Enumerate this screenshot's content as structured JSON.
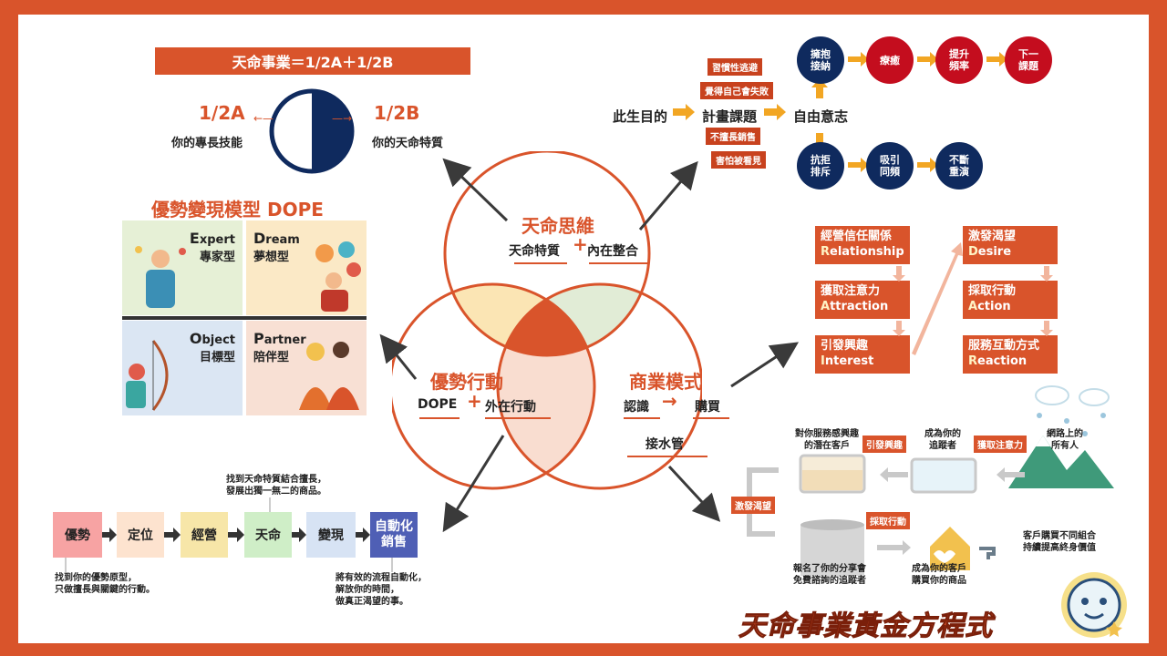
{
  "formula": {
    "title": "天命事業＝1/2A＋1/2B",
    "a_label": "1/2A",
    "a_desc": "你的專長技能",
    "b_label": "1/2B",
    "b_desc": "你的天命特質"
  },
  "venn": {
    "top": {
      "title": "天命思維",
      "left": "天命特質",
      "plus": "+",
      "right": "內在整合"
    },
    "left": {
      "title": "優勢行動",
      "left": "DOPE",
      "plus": "+",
      "right": "外在行動"
    },
    "right": {
      "title": "商業模式",
      "left": "認識",
      "arrow": "→",
      "right": "購買",
      "bottom": "接水管"
    }
  },
  "dope": {
    "title": "優勢變現模型 DOPE",
    "quadrants": [
      {
        "cap": "E",
        "rest": "xpert",
        "zh": "專家型"
      },
      {
        "cap": "D",
        "rest": "ream",
        "zh": "夢想型"
      },
      {
        "cap": "O",
        "rest": "bject",
        "zh": "目標型"
      },
      {
        "cap": "P",
        "rest": "artner",
        "zh": "陪伴型"
      }
    ]
  },
  "purpose": {
    "life": "此生目的",
    "plan": "計畫課題",
    "free": "自由意志",
    "tags": [
      "習慣性逃避",
      "覺得自己會失敗",
      "不擅長銷售",
      "害怕被看見"
    ],
    "top_row": [
      "擁抱\n接納",
      "療癒",
      "提升\n頻率",
      "下一\n課題"
    ],
    "bottom_row": [
      "抗拒\n排斥",
      "吸引\n同頻",
      "不斷\n重演"
    ]
  },
  "aida": {
    "left": [
      {
        "zh": "經營信任關係",
        "cap": "R",
        "rest": "elationship"
      },
      {
        "zh": "獲取注意力",
        "cap": "A",
        "rest": "ttraction"
      },
      {
        "zh": "引發興趣",
        "cap": "I",
        "rest": "nterest"
      }
    ],
    "right": [
      {
        "zh": "激發渴望",
        "cap": "D",
        "rest": "esire"
      },
      {
        "zh": "採取行動",
        "cap": "A",
        "rest": "ction"
      },
      {
        "zh": "服務互動方式",
        "cap": "R",
        "rest": "eaction"
      }
    ]
  },
  "funnel": {
    "all_people": "網路上的\n所有人",
    "attract": "獲取注意力",
    "trackers": "成為你的\n追蹤者",
    "interest": "引發興趣",
    "potential": "對你服務感興趣\n的潛在客戶",
    "desire": "激發渴望",
    "signed": "報名了你的分享會\n免費諮詢的追蹤者",
    "action": "採取行動",
    "customer": "成為你的客戶\n購買你的商品",
    "repeat": "客戶購買不同組合\n持續提高終身價值"
  },
  "steps": {
    "items": [
      "優勢",
      "定位",
      "經營",
      "天命",
      "變現",
      "自動化\n銷售"
    ],
    "note_top": "找到天命特質結合擅長，\n發展出獨一無二的商品。",
    "note_left": "找到你的優勢原型，\n只做擅長與關鍵的行動。",
    "note_bottom": "將有效的流程自動化，\n解放你的時間，\n做真正渴望的事。"
  },
  "footer": {
    "title": "天命事業黃金方程式"
  },
  "colors": {
    "accent": "#d9542b",
    "navy": "#0f2a5e",
    "red": "#c40d1e",
    "steps": [
      "#f7a3a3",
      "#fde3cf",
      "#f7e6a8",
      "#cfeec7",
      "#d7e3f4",
      "#4f5fb5"
    ]
  }
}
